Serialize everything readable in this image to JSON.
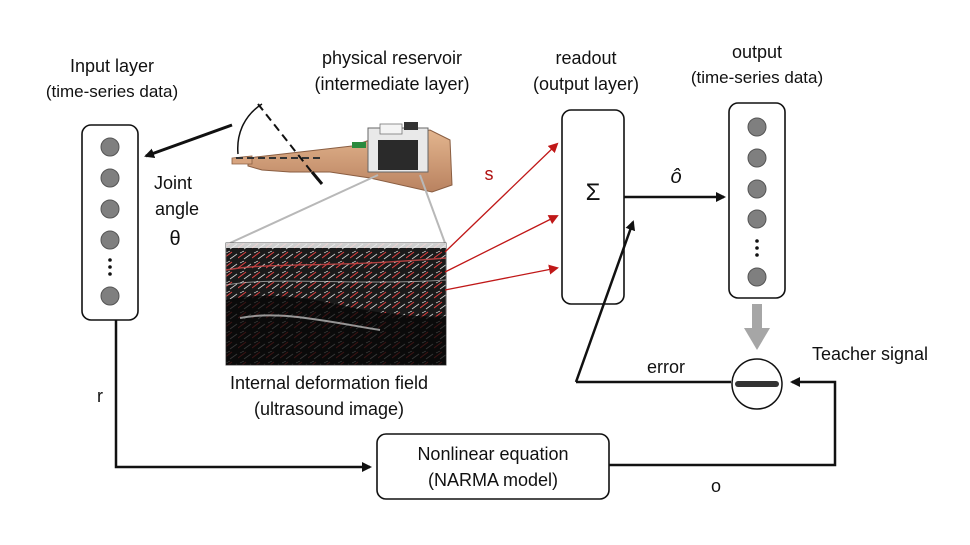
{
  "input_layer": {
    "title": "Input layer",
    "subtitle": "(time-series data)"
  },
  "reservoir": {
    "title": "physical reservoir",
    "subtitle": "(intermediate layer)"
  },
  "readout": {
    "title": "readout",
    "subtitle": "(output layer)",
    "symbol": "Σ"
  },
  "output_layer": {
    "title": "output",
    "subtitle": "(time-series data)"
  },
  "joint": {
    "line1": "Joint",
    "line2": "angle",
    "symbol": "θ"
  },
  "ultrasound": {
    "line1": "Internal deformation field",
    "line2": "(ultrasound image)"
  },
  "nonlinear": {
    "line1": "Nonlinear equation",
    "line2": "(NARMA model)"
  },
  "signals": {
    "s": "s",
    "o_hat": "ô",
    "error": "error",
    "teacher": "Teacher signal",
    "r": "r",
    "o": "o"
  },
  "colors": {
    "node": "#7f7f7f",
    "red_arrow": "#c01818",
    "gray_arrow": "#a6a6a6"
  }
}
